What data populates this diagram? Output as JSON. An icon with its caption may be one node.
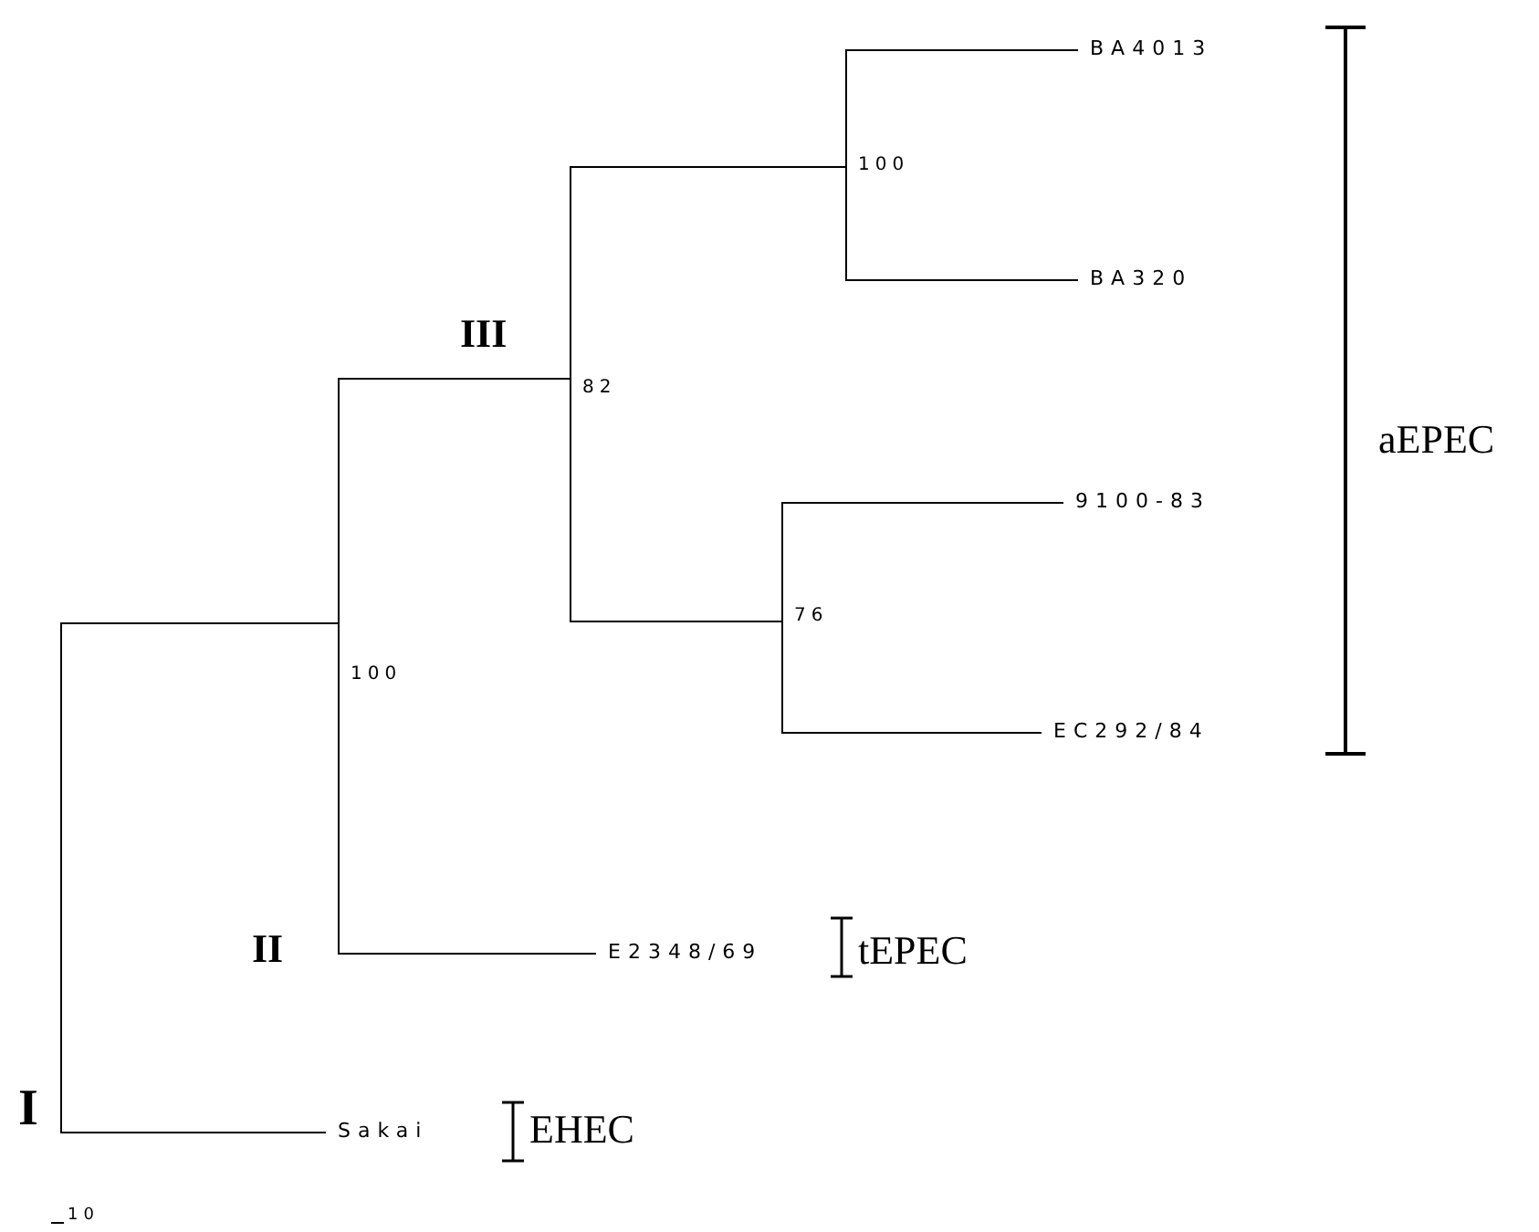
{
  "diagram": {
    "nodes": [
      {
        "text": [],
        "shape": "bar"
      },
      {
        "text": [],
        "shape": "bar",
        "beside": [
          "100"
        ]
      },
      {
        "text": [],
        "shape": "bar",
        "beside": [
          "82"
        ]
      },
      {
        "text": [],
        "shape": "bar",
        "beside": [
          "100"
        ]
      },
      {
        "text": [
          "BA4013"
        ]
      },
      {
        "text": [
          "BA320"
        ]
      },
      {
        "text": [],
        "shape": "bar",
        "beside": [
          "76"
        ]
      },
      {
        "text": [
          "9100-83"
        ]
      },
      {
        "text": [
          "EC292/84"
        ]
      },
      {
        "text": [
          "E2348/69"
        ]
      },
      {
        "text": [
          "Sakai"
        ]
      }
    ],
    "edges": [
      {
        "from": 0,
        "to": 1,
        "arrow": "none"
      },
      {
        "from": 0,
        "to": 10,
        "arrow": "none"
      },
      {
        "from": 1,
        "to": 2,
        "arrow": "none"
      },
      {
        "from": 1,
        "to": 9,
        "arrow": "none"
      },
      {
        "from": 2,
        "to": 3,
        "arrow": "none"
      },
      {
        "from": 2,
        "to": 6,
        "arrow": "none"
      },
      {
        "from": 3,
        "to": 4,
        "arrow": "none"
      },
      {
        "from": 3,
        "to": 5,
        "arrow": "none"
      },
      {
        "from": 6,
        "to": 7,
        "arrow": "none"
      },
      {
        "from": 6,
        "to": 8,
        "arrow": "none"
      }
    ],
    "labels": [
      "III",
      "II",
      "I",
      "aEPEC",
      "tEPEC",
      "EHEC",
      "10"
    ]
  }
}
